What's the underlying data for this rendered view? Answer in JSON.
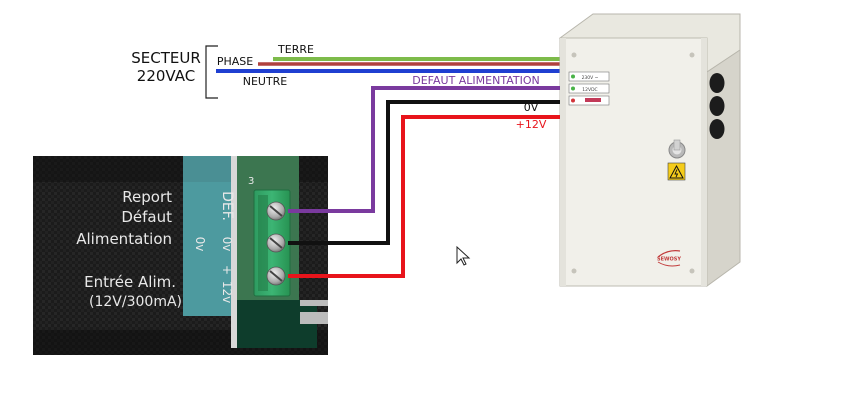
{
  "secteur": {
    "title": "SECTEUR",
    "voltage": "220VAC"
  },
  "wires": {
    "terre": {
      "label": "TERRE",
      "color": "#7dbb4a"
    },
    "phase": {
      "label": "PHASE",
      "color": "#b0413e"
    },
    "neutre": {
      "label": "NEUTRE",
      "color": "#1f3fd1"
    },
    "defaut": {
      "label": "DEFAUT ALIMENTATION",
      "color": "#7a3a9e"
    },
    "zero_v": {
      "label": "0V",
      "color": "#111111"
    },
    "plus_12v": {
      "label": "+12V",
      "color": "#e8141b"
    }
  },
  "module": {
    "report_line1": "Report",
    "report_line2": "Défaut",
    "report_line3": "Alimentation",
    "entree_line1": "Entrée Alim.",
    "entree_line2": "(12V/300mA)",
    "def_tag": "DEF.",
    "zero_v_tag": "0v",
    "zero_v_tag2": "0v",
    "plus_tag": "+",
    "twelve_tag": "12v",
    "board_mark": "3"
  },
  "psu": {
    "led1": "230V ~",
    "led2": "12VDC",
    "brand": "SEWOSY"
  }
}
